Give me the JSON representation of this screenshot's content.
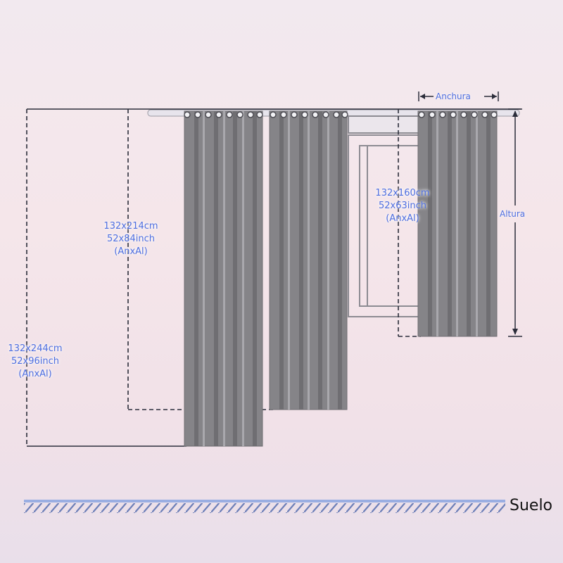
{
  "colors": {
    "curtain": "#858488",
    "curtain_dark": "#6f6e72",
    "curtain_light": "#a9a8ad",
    "guide": "#2b2d3a",
    "dimension_text": "#4d6ee0",
    "floor": "#9aaee2"
  },
  "labels": {
    "large": {
      "cm": "132x244cm",
      "inch": "52x96inch",
      "note": "(AnxAl)"
    },
    "medium": {
      "cm": "132x214cm",
      "inch": "52x84inch",
      "note": "(AnxAl)"
    },
    "small": {
      "cm": "132x160cm",
      "inch": "52x63inch",
      "note": "(AnxAl)"
    },
    "width": "Anchura",
    "height": "Altura",
    "floor": "Suelo"
  }
}
